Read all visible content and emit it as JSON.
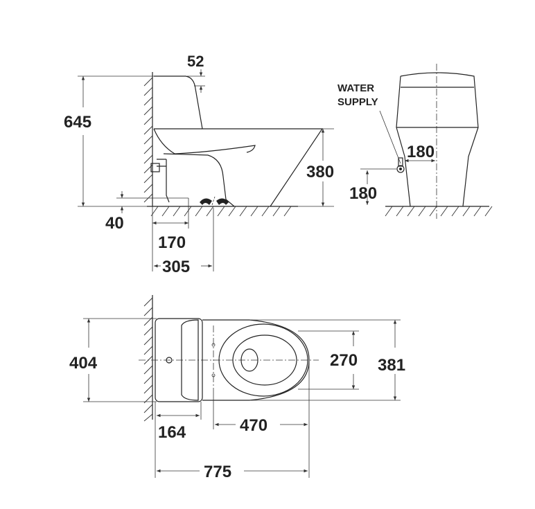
{
  "side_view": {
    "dim_height_total": "645",
    "dim_tank_top": "52",
    "dim_bowl_height": "380",
    "dim_floor_offset": "40",
    "dim_outlet_170": "170",
    "dim_rough_in": "305"
  },
  "front_view": {
    "water_supply_line1": "WATER",
    "water_supply_line2": "SUPPLY",
    "dim_supply_offset": "180",
    "dim_supply_height": "180"
  },
  "top_view": {
    "dim_width_total": "404",
    "dim_bowl_width": "381",
    "dim_seat_opening": "270",
    "dim_tank_depth": "164",
    "dim_bowl_length": "470",
    "dim_total_length": "775"
  }
}
